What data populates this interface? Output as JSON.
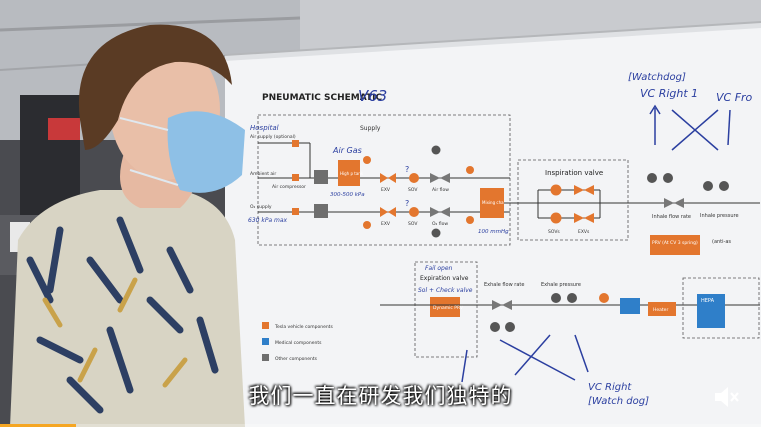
{
  "board": {
    "title": "PNEUMATIC SCHEMATIC",
    "version_handwritten": "V63",
    "section_supply": "Supply",
    "hospital_note": "Hospital",
    "hospital_supply_label": "Air supply (optional)",
    "ambient_air_label": "Ambient air",
    "air_compressor_label": "Air compressor",
    "o2_supply_label": "O₂ supply",
    "o2_pressure_note": "630 kPa max",
    "air_gas_note": "Air Gas",
    "tank_pressure_note": "300-500 kPa",
    "high_p_tank_label": "High p tank",
    "exv_label_1": "EXV",
    "exv_label_2": "EXV",
    "sov_label_1": "SOV",
    "sov_label_2": "SOV",
    "air_flow_label": "Air flow",
    "o2_flow_label": "O₂ flow",
    "mixing_chamber_label": "Mixing chamber",
    "mixing_pressure_note": "100 mmHg",
    "inspiration_valve_label": "Inspiration valve",
    "sovs_label": "SOVs",
    "exvs_label": "EXVs",
    "inhale_flow_label": "Inhale flow rate",
    "inhale_pressure_label": "Inhale pressure",
    "prv_label": "PRV (At CV 3 spring)",
    "anti_label": "(anti-as",
    "fail_open_note": "Fail open",
    "expiration_valve_label": "Expiration valve",
    "sol_check_note": "Sol + Check valve",
    "dynamic_prv_label": "Dynamic PRV",
    "exhale_flow_label": "Exhale flow rate",
    "exhale_pressure_label": "Exhale pressure",
    "heater_label": "Heater",
    "hepa_label": "HEPA",
    "legend_tesla": "Tesla vehicle components",
    "legend_medical": "Medical components",
    "legend_other": "Other components",
    "watchdog_top": "[Watchdog]",
    "vc_right_top": "VC Right 1",
    "vc_front_top": "VC Fro",
    "vc_right_bottom": "VC Right",
    "watchdog_bottom": "[Watch dog]"
  },
  "subtitle": "我们一直在研发我们独特的",
  "controls": {
    "sound_icon": "speaker-muted-icon"
  },
  "progress": {
    "fraction": 0.1
  },
  "colors": {
    "tesla": "#e3762e",
    "medical": "#2f7fc9",
    "other": "#6e6e6e",
    "marker_blue": "#2b3fa0"
  }
}
